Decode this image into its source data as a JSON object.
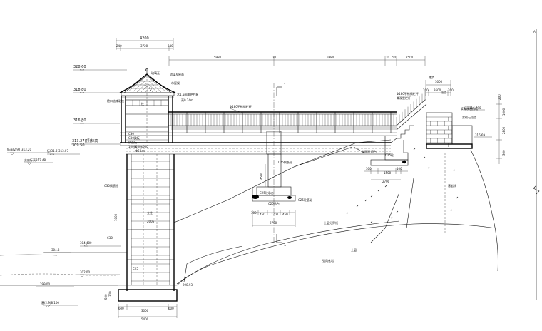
{
  "dims": {
    "d4200": "4200",
    "d240a": "240",
    "d3720": "3720",
    "d240b": "240",
    "d5980a": "5980",
    "d20": "20",
    "d5980b": "5980",
    "d20b": "20",
    "d50": "50",
    "d2500": "2500",
    "d3000": "3000",
    "d200": "200",
    "d2600": "2600",
    "d200b": "200",
    "d300a": "300",
    "d1500": "1500",
    "d100": "100",
    "d2700": "2700",
    "d300b": "300",
    "d450a": "450",
    "d1200": "1200",
    "d450b": "450",
    "d2700b": "2700",
    "d600a": "600",
    "d3000b": "3000",
    "d600b": "600",
    "d5400": "5400",
    "v200": "200",
    "v1000": "1000",
    "v2800": "2800",
    "v300": "300",
    "v500a": "500",
    "v300b": "300",
    "v2005": "2005",
    "v4500": "4500",
    "v1000b": "1000"
  },
  "levels": {
    "e328": "328.60",
    "e318": "318.80",
    "e316": "316.80",
    "e313": "313.27(顶)标高",
    "e313b": "309.50",
    "e312": "标高(2.92)313.20",
    "e312b": "标(31.8)313.07",
    "e312c": "支座标高312.48",
    "e304": "304.400",
    "e3048": "304.8",
    "e302": "302.00",
    "e2990": "299.00",
    "e2989": "298.93",
    "e297": "基(2.9)8.100",
    "e3167": "标高316.790",
    "e3146": "316.69"
  },
  "labels": {
    "roof": "琉璃瓦",
    "roofnote": "琉璃瓦屋面",
    "roofsub": "木屋架",
    "eave": "檐口油漆彩绘",
    "post": "柱",
    "rail_main": "Φ180不锈钢栏杆",
    "rail_right": "Φ180不锈钢栏杆",
    "rail_right2": "美观型栏杆",
    "railnote2": "木1.5m厚护栏板",
    "railnote3": "高0.24m",
    "beamC30": "C30",
    "beamC30b": "C30梁板",
    "slab": "桥面板",
    "deck1": "100厚",
    "deck2": "400x600",
    "deck3": "Φ50cm",
    "pier_c25": "C25钢筋砼",
    "pier_col": "C30钢筋砼",
    "pier_note": "立柱",
    "found": "C30",
    "padC25": "C25砼承台",
    "padC25b": "C25砼基础",
    "abut": "C25砼",
    "abutnote": "钢筋砼桥台",
    "soil1": "土层分界线",
    "soil2": "土层",
    "rock": "强风化岩",
    "rock2": "基岩线",
    "stair": "踏步",
    "wall": "挡墙",
    "wall2": "浆砌块石挡墙",
    "wall3": "浆砌石挡墙",
    "gcap": "C25承台",
    "g1": "C25",
    "mark1": "1",
    "mark2": "1",
    "sidetag": "A"
  }
}
